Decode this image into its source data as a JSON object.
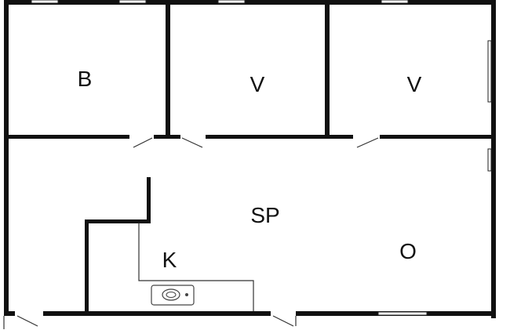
{
  "floorplan": {
    "rooms": [
      {
        "id": "bedroom-1",
        "label": "B"
      },
      {
        "id": "bedroom-2",
        "label": "V"
      },
      {
        "id": "bedroom-3",
        "label": "V"
      },
      {
        "id": "living",
        "label": "SP"
      },
      {
        "id": "kitchen",
        "label": "K"
      },
      {
        "id": "open-area",
        "label": "O"
      }
    ]
  }
}
